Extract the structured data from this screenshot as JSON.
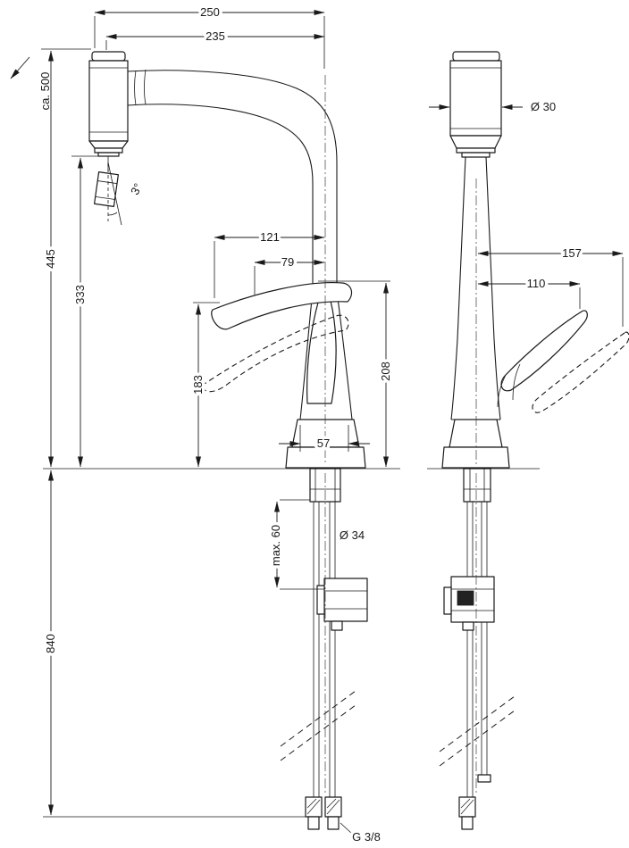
{
  "drawing": {
    "labels": {
      "width_overall": "250",
      "width_inner": "235",
      "pullout_length": "ca. 500",
      "height_overall": "445",
      "height_outlet": "333",
      "spray_angle": "3°",
      "handle_reach": "121",
      "handle_reach_inner": "79",
      "handle_height": "183",
      "handle_height_max": "208",
      "base_width": "57",
      "hole_diameter": "Ø 34",
      "max_counter_thickness": "max. 60",
      "hose_length_below": "840",
      "connection_thread": "G 3/8",
      "head_diameter": "Ø 30",
      "side_handle_reach": "157",
      "side_handle_reach_inner": "110"
    }
  }
}
